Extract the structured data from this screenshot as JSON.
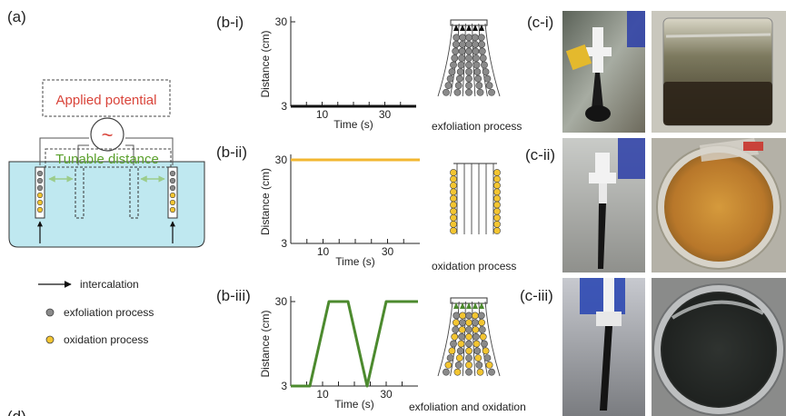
{
  "panel_a": {
    "label": "(a)",
    "applied_potential": "Applied potential",
    "tilde": "~",
    "tunable_distance": "Tunable distance",
    "legend": {
      "intercalation": "intercalation",
      "exfoliation": "exfoliation process",
      "oxidation": "oxidation process"
    },
    "bottom_label": "(d)"
  },
  "panel_b1": {
    "label": "(b-i)",
    "caption": "exfoliation process",
    "chart_data": {
      "type": "line",
      "x": [
        0,
        40
      ],
      "y": [
        3,
        3
      ],
      "xlabel": "Time (s)",
      "ylabel": "Distance (cm)",
      "xticks": [
        "10",
        "30"
      ],
      "yticks": [
        "3",
        "30"
      ],
      "xlim": [
        0,
        40
      ],
      "ylim": [
        3,
        30
      ],
      "color": "#111111"
    }
  },
  "panel_b2": {
    "label": "(b-ii)",
    "caption": "oxidation process",
    "chart_data": {
      "type": "line",
      "x": [
        0,
        40
      ],
      "y": [
        30,
        30
      ],
      "xlabel": "Time (s)",
      "ylabel": "Distance (cm)",
      "xticks": [
        "10",
        "30"
      ],
      "yticks": [
        "3",
        "30"
      ],
      "xlim": [
        0,
        40
      ],
      "ylim": [
        3,
        30
      ],
      "color": "#f2b731"
    }
  },
  "panel_b3": {
    "label": "(b-iii)",
    "caption": "exfoliation and oxidation",
    "chart_data": {
      "type": "line",
      "x": [
        0,
        6,
        12,
        18,
        24,
        30,
        40
      ],
      "y": [
        3,
        3,
        30,
        30,
        3,
        30,
        30
      ],
      "xlabel": "Time (s)",
      "ylabel": "Distance (cm)",
      "xticks": [
        "10",
        "30"
      ],
      "yticks": [
        "3",
        "30"
      ],
      "xlim": [
        0,
        40
      ],
      "ylim": [
        3,
        30
      ],
      "color": "#4c8a2e"
    }
  },
  "panel_c": {
    "label_1": "(c-i)",
    "label_2": "(c-ii)",
    "label_3": "(c-iii)"
  },
  "colors": {
    "applied_potential": "#d9443a",
    "tunable_distance": "#5aa02c",
    "bath": "#bfe8f0",
    "exfoliation_dot": "#8a8a8a",
    "oxidation_dot": "#f3c531",
    "arrow_green": "#9ccc8a"
  }
}
